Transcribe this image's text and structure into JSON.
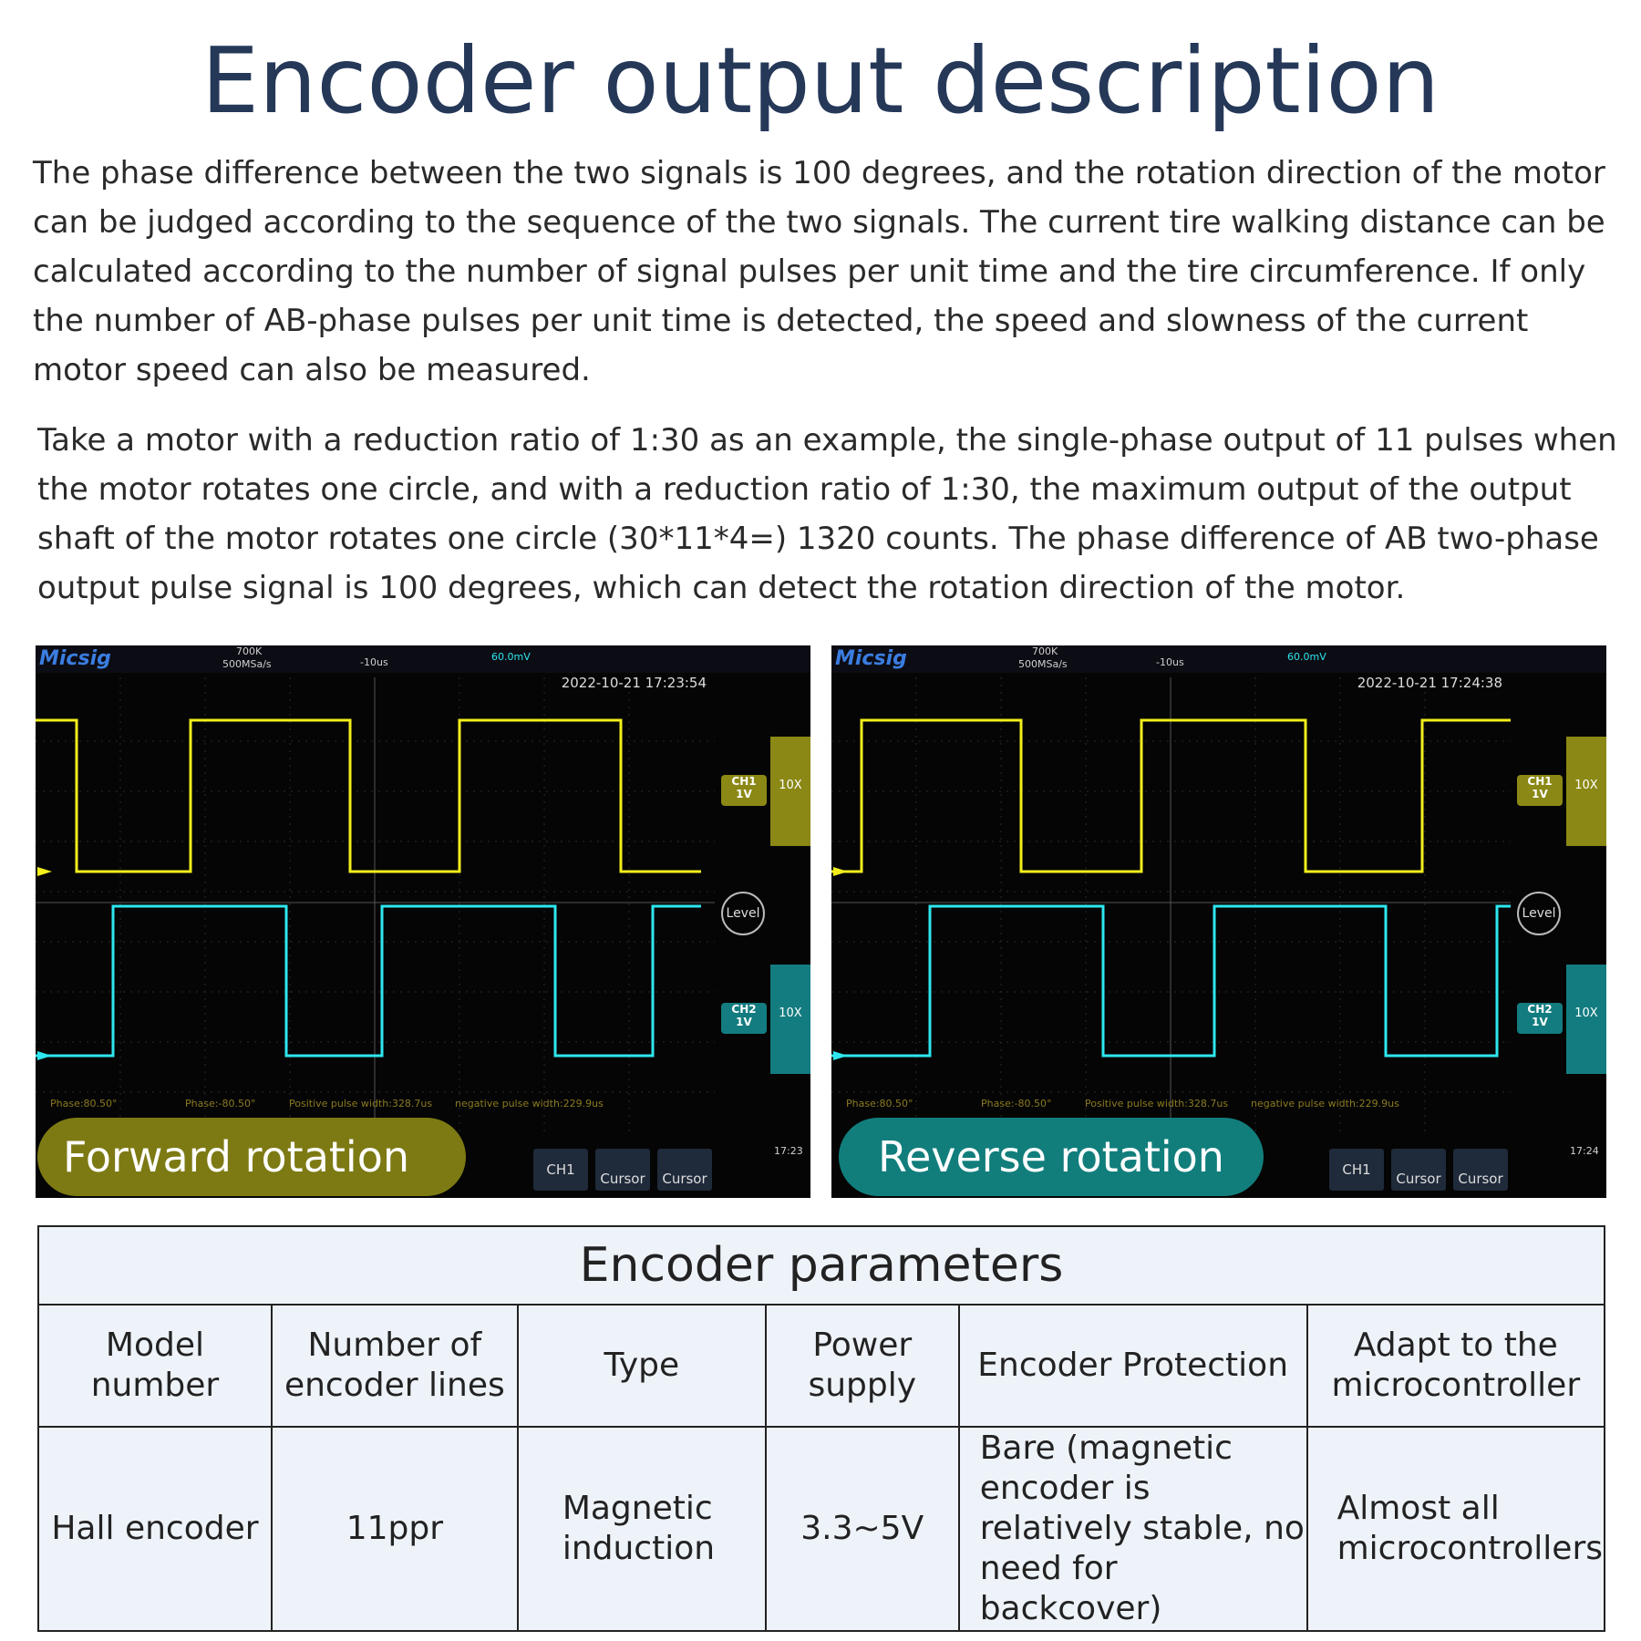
{
  "title": "Encoder output description",
  "paragraphs": [
    "The phase difference between the two signals is 100 degrees, and the rotation direction of the motor can be judged according to the sequence of the two signals. The current tire walking distance can be calculated according to the number of signal pulses per unit time and the tire circumference. If only the number of AB-phase pulses per unit time is detected, the speed and slowness of the current motor speed can also be measured.",
    "Take a motor with a reduction ratio of 1:30 as an example, the single-phase output of 11 pulses when the motor rotates one circle, and with a reduction ratio of 1:30, the maximum output of the output shaft of the motor rotates one circle (30*11*4=) 1320 counts. The phase difference of AB two-phase output pulse signal is 100 degrees, which can detect the rotation direction of the motor."
  ],
  "scopes": [
    {
      "label": "Forward rotation",
      "brand": "Micsig",
      "timestamp": "2022-10-21 17:23:54",
      "sample": "700K",
      "rate": "500MSa/s",
      "timebase": "-10us",
      "trigger": "60.0mV",
      "clock": "17:23",
      "phase1": "Phase:80.50°",
      "phase2": "Phase:-80.50°",
      "pos_width": "Positive pulse width:328.7us",
      "neg_width": "negative pulse width:229.9us",
      "ch1": {
        "name": "CH1",
        "scale": "1V",
        "probe": "10X",
        "color": "#f2ef1c"
      },
      "ch2": {
        "name": "CH2",
        "scale": "1V",
        "probe": "10X",
        "color": "#2ee6ee"
      },
      "level": "Level",
      "cursor": "Cursor",
      "ch_button": "CH1"
    },
    {
      "label": "Reverse rotation",
      "brand": "Micsig",
      "timestamp": "2022-10-21 17:24:38",
      "sample": "700K",
      "rate": "500MSa/s",
      "timebase": "-10us",
      "trigger": "60.0mV",
      "clock": "17:24",
      "phase1": "Phase:80.50°",
      "phase2": "Phase:-80.50°",
      "pos_width": "Positive pulse width:328.7us",
      "neg_width": "negative pulse width:229.9us",
      "ch1": {
        "name": "CH1",
        "scale": "1V",
        "probe": "10X",
        "color": "#f2ef1c"
      },
      "ch2": {
        "name": "CH2",
        "scale": "1V",
        "probe": "10X",
        "color": "#2ee6ee"
      },
      "level": "Level",
      "cursor": "Cursor",
      "ch_button": "CH1"
    }
  ],
  "table": {
    "caption": "Encoder parameters",
    "headers": [
      "Model number",
      "Number of encoder lines",
      "Type",
      "Power supply",
      "Encoder Protection",
      "Adapt to the microcontroller"
    ],
    "row": [
      "Hall encoder",
      "11ppr",
      "Magnetic induction",
      "3.3~5V",
      "Bare (magnetic encoder is relatively stable, no need for backcover)",
      "Almost all microcontrollers"
    ]
  }
}
